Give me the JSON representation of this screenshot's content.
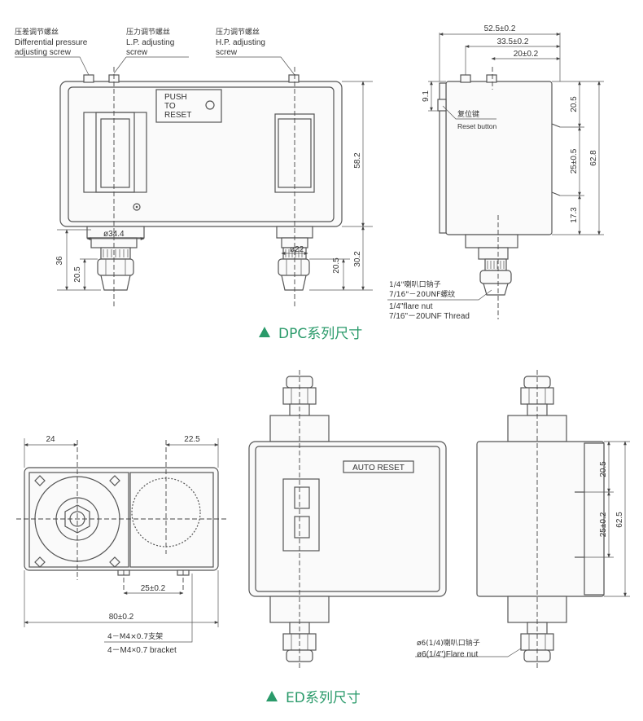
{
  "dpc": {
    "caption": "DPC系列尺寸",
    "labels": {
      "diff_cn": "压差调节螺丝",
      "diff_en_1": "Differential pressure",
      "diff_en_2": "adjusting screw",
      "lp_cn": "压力调节螺丝",
      "lp_en_1": "L.P. adjusting",
      "lp_en_2": "screw",
      "hp_cn": "压力调节螺丝",
      "hp_en_1": "H.P. adjusting",
      "hp_en_2": "screw",
      "push_1": "PUSH",
      "push_2": "TO",
      "push_3": "RESET",
      "reset_cn": "复位键",
      "reset_en": "Reset button",
      "flare_cn_1": "1/4\"喇叭口钠子",
      "flare_cn_2": "7/16\"－20UNF螺纹",
      "flare_en_1": "1/4\"flare nut",
      "flare_en_2": "7/16\"－20UNF Thread"
    },
    "dims": {
      "d_34_4": "ø34.4",
      "d_22": "ø22",
      "h_58_2": "58.2",
      "h_36": "36",
      "h_20_5_left": "20.5",
      "h_20_5_mid": "20.5",
      "h_30_2": "30.2",
      "w_52_5": "52.5±0.2",
      "w_33_5": "33.5±0.2",
      "w_20": "20±0.2",
      "h_9_1": "9.1",
      "h_20_5_side": "20.5",
      "h_25": "25±0.5",
      "h_62_8": "62.8",
      "h_17_3": "17.3"
    }
  },
  "ed": {
    "caption": "ED系列尺寸",
    "labels": {
      "auto_reset": "AUTO RESET",
      "bracket_cn": "4－M4×0.7支架",
      "bracket_en": "4－M4×0.7 bracket",
      "nut_cn": "ø6(1/4)喇叭口钠子",
      "nut_en": "ø6(1/4\")Flare nut"
    },
    "dims": {
      "w_24": "24",
      "w_22_5": "22.5",
      "w_25": "25±0.2",
      "w_80": "80±0.2",
      "h_20_5": "20.5",
      "h_25": "25±0.2",
      "h_62_5": "62.5"
    }
  }
}
